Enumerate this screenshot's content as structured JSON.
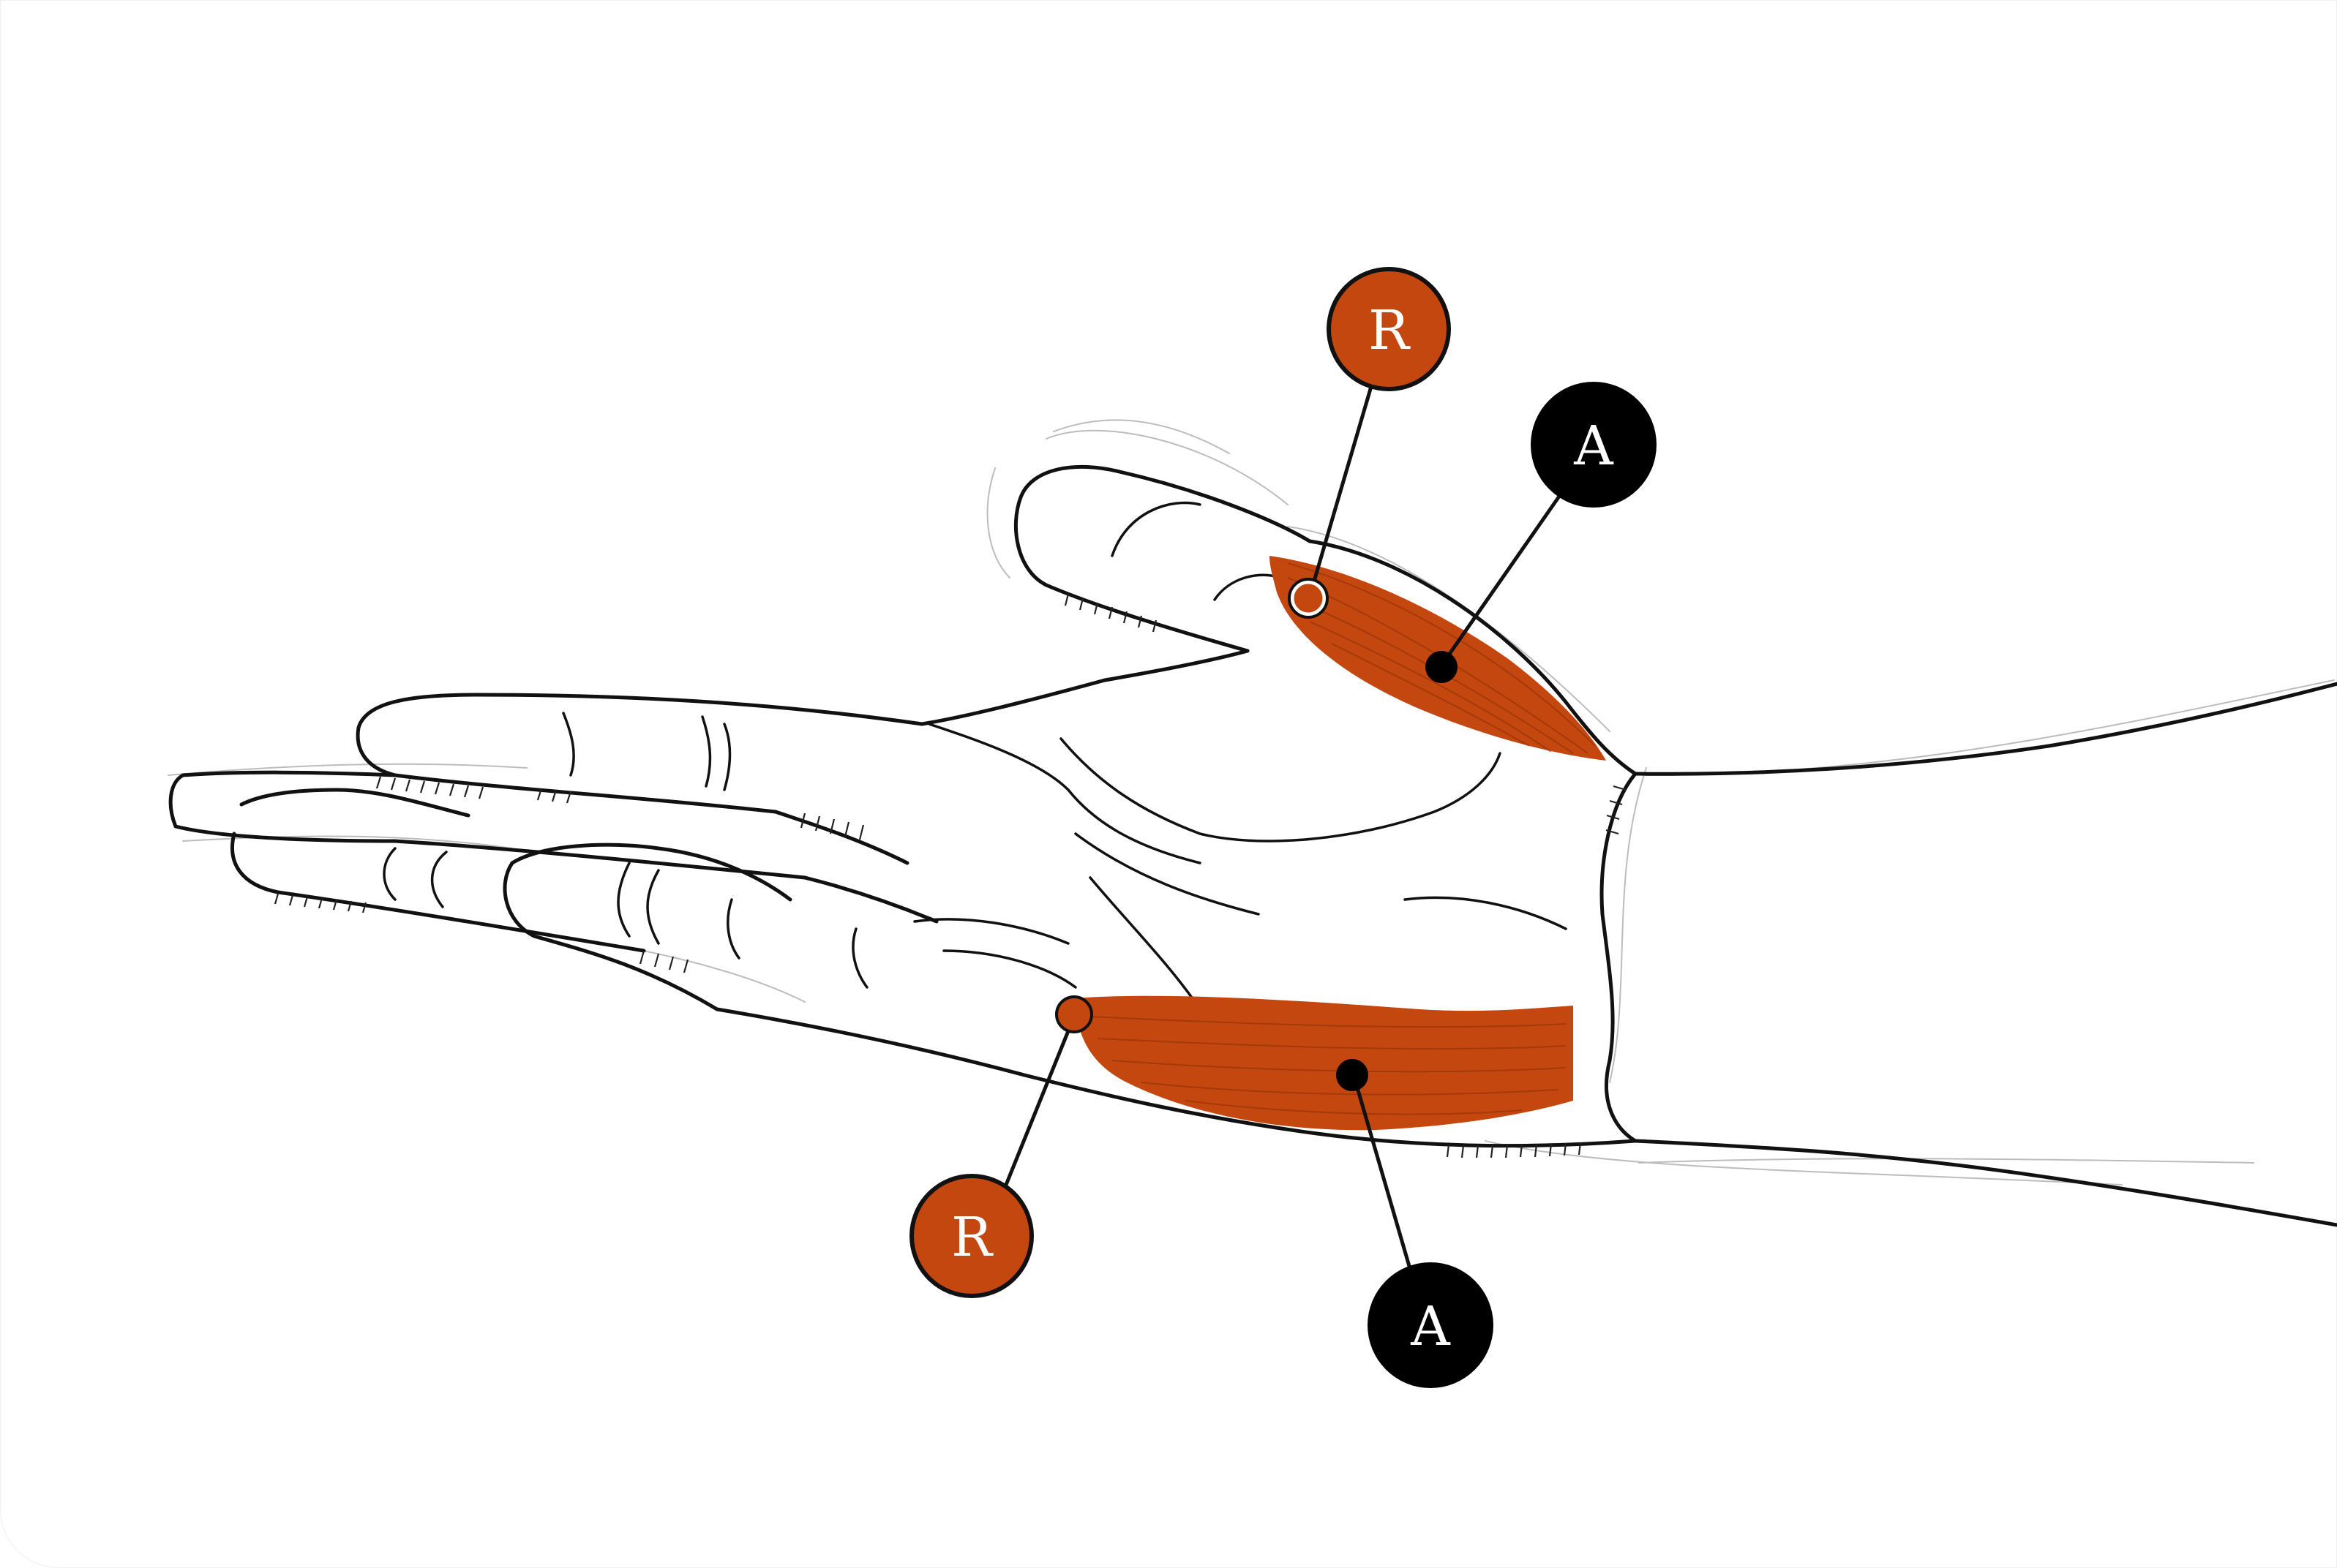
{
  "labels": {
    "thumb_origin": "R",
    "thumb_action": "A",
    "pinky_origin": "R",
    "pinky_action": "A"
  },
  "colors": {
    "muscle": "#c4470f",
    "origin_marker": "#c4470f",
    "action_marker": "#000000",
    "outline": "#111111"
  }
}
